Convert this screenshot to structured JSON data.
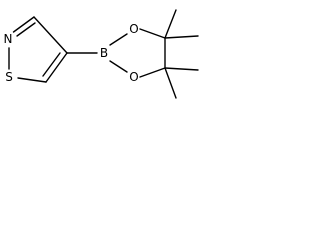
{
  "molecule": {
    "atoms": {
      "isothiazole_n": "N",
      "isothiazole_s": "S",
      "boron": "B",
      "ester_o_top": "O",
      "ester_o_bottom": "O"
    }
  },
  "colors": {
    "bond": "#000000",
    "label": "#000000",
    "background": "#ffffff"
  }
}
